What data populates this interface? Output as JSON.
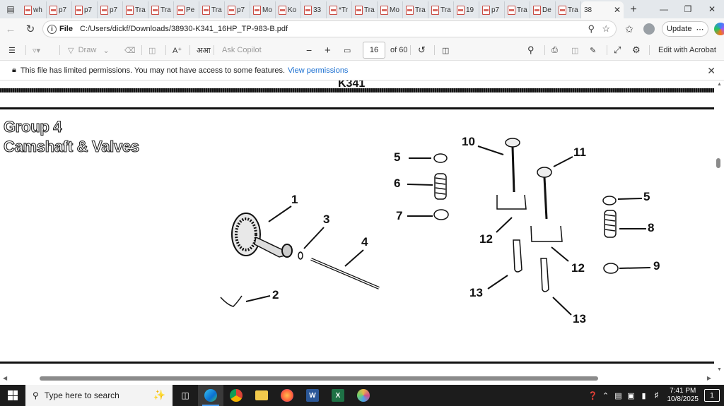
{
  "browser": {
    "tabs": [
      {
        "label": "wh"
      },
      {
        "label": "p7"
      },
      {
        "label": "p7"
      },
      {
        "label": "p7"
      },
      {
        "label": "Tra"
      },
      {
        "label": "Tra"
      },
      {
        "label": "Pe"
      },
      {
        "label": "Tra"
      },
      {
        "label": "p7"
      },
      {
        "label": "Mo"
      },
      {
        "label": "Ko"
      },
      {
        "label": "33"
      },
      {
        "label": "*Tr"
      },
      {
        "label": "Tra"
      },
      {
        "label": "Mo"
      },
      {
        "label": "Tra"
      },
      {
        "label": "Tra"
      },
      {
        "label": "19"
      },
      {
        "label": "p7"
      },
      {
        "label": "Tra"
      },
      {
        "label": "De"
      },
      {
        "label": "Tra"
      }
    ],
    "active_tab": {
      "label": "38"
    },
    "address": {
      "scheme_label": "File",
      "url": "C:/Users/dickf/Downloads/38930-K341_16HP_TP-983-B.pdf"
    },
    "update_label": "Update"
  },
  "pdf_toolbar": {
    "draw_label": "Draw",
    "ask_copilot_label": "Ask Copilot",
    "page_number": "16",
    "page_total": "of 60",
    "edit_acrobat_label": "Edit with Acrobat"
  },
  "permission_bar": {
    "message": "This file has limited permissions. You may not have access to some features.",
    "link": "View permissions"
  },
  "document": {
    "header_partial": "K341",
    "group_line1": "Group 4",
    "group_line2": "Camshaft & Valves",
    "callouts": [
      "1",
      "2",
      "3",
      "4",
      "5",
      "6",
      "7",
      "10",
      "11",
      "12",
      "12",
      "13",
      "13",
      "5",
      "8",
      "9"
    ]
  },
  "taskbar": {
    "search_placeholder": "Type here to search",
    "time": "7:41 PM",
    "date": "10/8/2025",
    "notification_count": "1"
  },
  "colors": {
    "accent": "#1a6fd1",
    "tab_strip": "#e4e8ec",
    "taskbar": "#1c1c1c"
  },
  "icons": [
    "window-menu-icon",
    "pdf-file-icon",
    "close-icon",
    "plus-icon",
    "minimize-icon",
    "maximize-icon",
    "back-icon",
    "refresh-icon",
    "info-icon",
    "zoom-icon",
    "star-icon",
    "favorites-icon",
    "profile-icon",
    "more-icon",
    "copilot-icon",
    "contents-icon",
    "highlight-icon",
    "draw-icon",
    "eraser-icon",
    "page-view-icon",
    "read-aloud-icon",
    "translate-icon",
    "fit-icon",
    "rotate-icon",
    "two-page-icon",
    "search-icon",
    "print-icon",
    "save-icon",
    "save-as-icon",
    "fullscreen-icon",
    "settings-icon",
    "lock-icon",
    "windows-start-icon",
    "task-view-icon",
    "edge-icon",
    "chrome-icon",
    "folder-icon",
    "firefox-icon",
    "word-icon",
    "excel-icon",
    "paint-icon",
    "help-icon",
    "chevron-up-icon",
    "network-icon",
    "battery-icon",
    "volume-icon",
    "notification-icon"
  ]
}
